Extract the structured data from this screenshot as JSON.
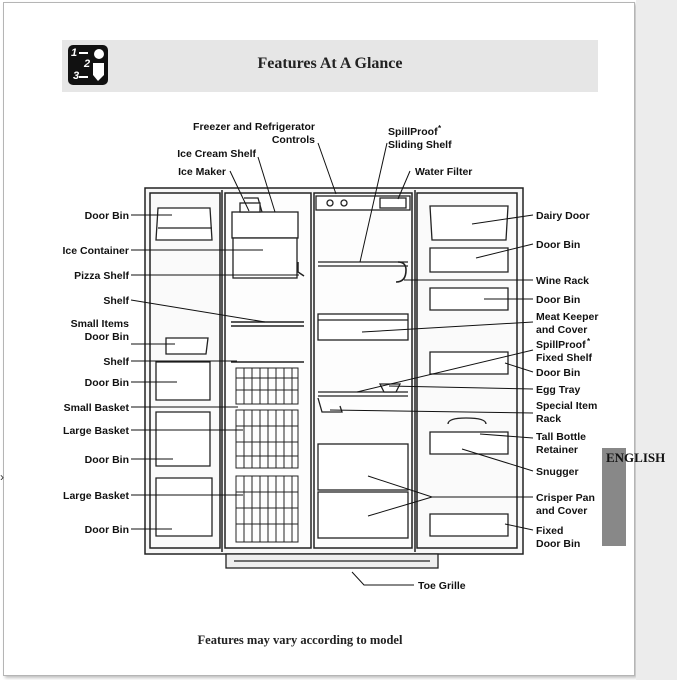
{
  "header": {
    "title": "Features At A Glance",
    "icon": "steps-1-2-3-icon",
    "icon_digits": [
      "1",
      "2",
      "3"
    ]
  },
  "footer": {
    "note": "Features may vary according to model"
  },
  "language_tab": {
    "label": "ENGLISH"
  },
  "labels": {
    "freezer_controls": [
      "Freezer and Refrigerator",
      "Controls"
    ],
    "spillproof_sliding": [
      "SpillProof",
      "Sliding Shelf"
    ],
    "ice_cream_shelf": "Ice Cream Shelf",
    "ice_maker": "Ice Maker",
    "water_filter": "Water Filter",
    "door_bin_1": "Door Bin",
    "ice_container": "Ice Container",
    "pizza_shelf": "Pizza Shelf",
    "shelf_1": "Shelf",
    "small_items_door_bin": [
      "Small Items",
      "Door Bin"
    ],
    "shelf_2": "Shelf",
    "door_bin_2": "Door Bin",
    "small_basket": "Small Basket",
    "large_basket_1": "Large Basket",
    "door_bin_3": "Door Bin",
    "large_basket_2": "Large Basket",
    "door_bin_4": "Door Bin",
    "dairy_door": "Dairy Door",
    "door_bin_r1": "Door Bin",
    "wine_rack": "Wine Rack",
    "door_bin_r2": "Door Bin",
    "meat_keeper": [
      "Meat Keeper",
      "and Cover"
    ],
    "spillproof_fixed": [
      "SpillProof",
      "Fixed Shelf"
    ],
    "door_bin_r3": "Door Bin",
    "egg_tray": "Egg Tray",
    "special_item_rack": [
      "Special Item",
      "Rack"
    ],
    "tall_bottle_retainer": [
      "Tall Bottle",
      "Retainer"
    ],
    "snugger": "Snugger",
    "crisper_pan": [
      "Crisper Pan",
      "and Cover"
    ],
    "fixed_door_bin": [
      "Fixed",
      "Door Bin"
    ],
    "toe_grille": "Toe Grille",
    "trademark": "*"
  }
}
